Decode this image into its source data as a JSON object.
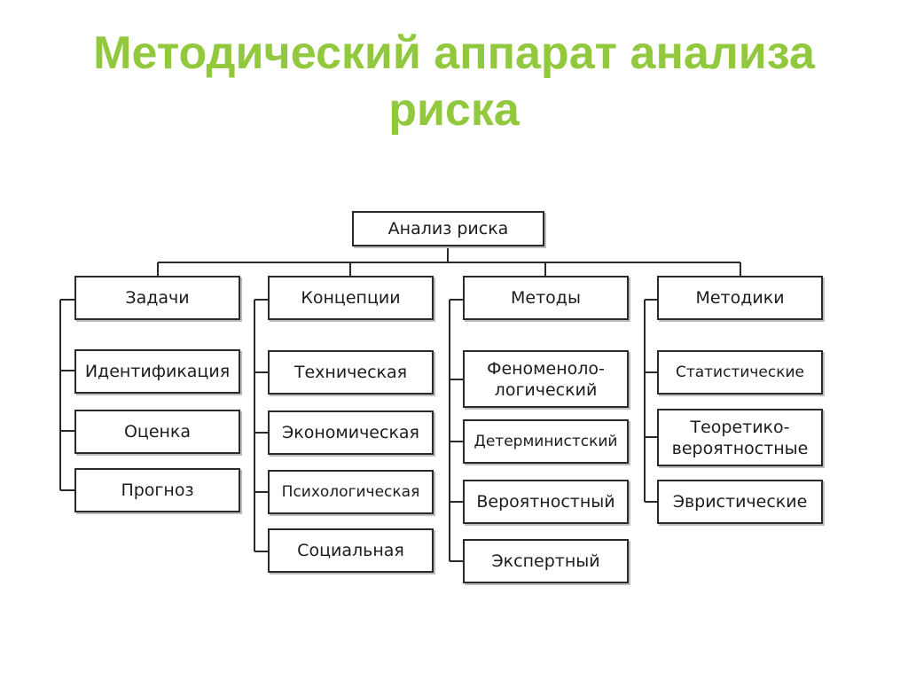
{
  "title": {
    "line1": "Методический аппарат анализа",
    "line2": "риска"
  },
  "root": {
    "label": "Анализ риска"
  },
  "columns": [
    {
      "label": "Задачи",
      "items": [
        "Идентификация",
        "Оценка",
        "Прогноз"
      ]
    },
    {
      "label": "Концепции",
      "items": [
        "Техническая",
        "Экономическая",
        "Психологическая",
        "Социальная"
      ]
    },
    {
      "label": "Методы",
      "items": [
        "Феноменоло-\nлогический",
        "Детерминистский",
        "Вероятностный",
        "Экспертный"
      ]
    },
    {
      "label": "Методики",
      "items": [
        "Статистические",
        "Теоретико-\nвероятностные",
        "Эвристические"
      ]
    }
  ],
  "colors": {
    "title": "#92c83e",
    "line": "#2a2a2a"
  }
}
